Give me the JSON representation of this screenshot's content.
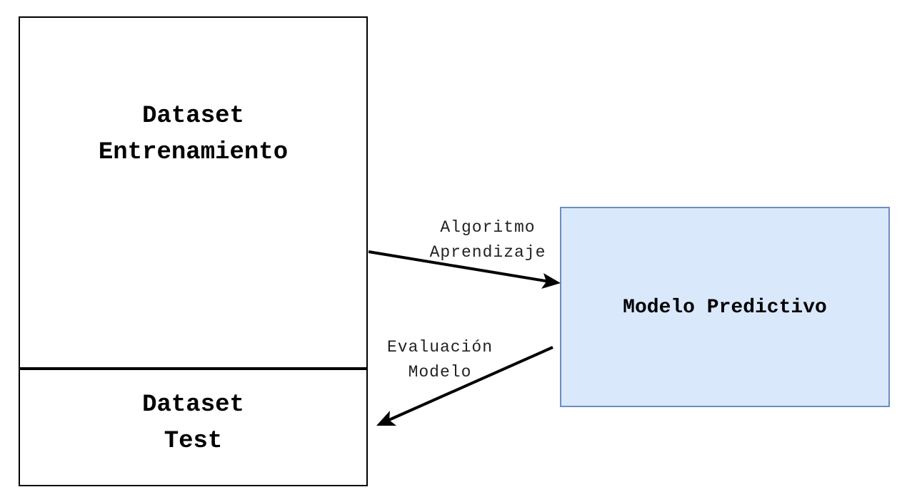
{
  "diagram": {
    "dataset_train": {
      "line1": "Dataset",
      "line2": "Entrenamiento"
    },
    "dataset_test": {
      "line1": "Dataset",
      "line2": "Test"
    },
    "model": {
      "label": "Modelo Predictivo"
    },
    "edge_train": {
      "line1": "Algoritmo",
      "line2": "Aprendizaje"
    },
    "edge_eval": {
      "line1": "Evaluación",
      "line2": "Modelo"
    }
  },
  "colors": {
    "model_fill": "#dae8fc",
    "model_stroke": "#6c8ebf",
    "stroke": "#000000"
  }
}
